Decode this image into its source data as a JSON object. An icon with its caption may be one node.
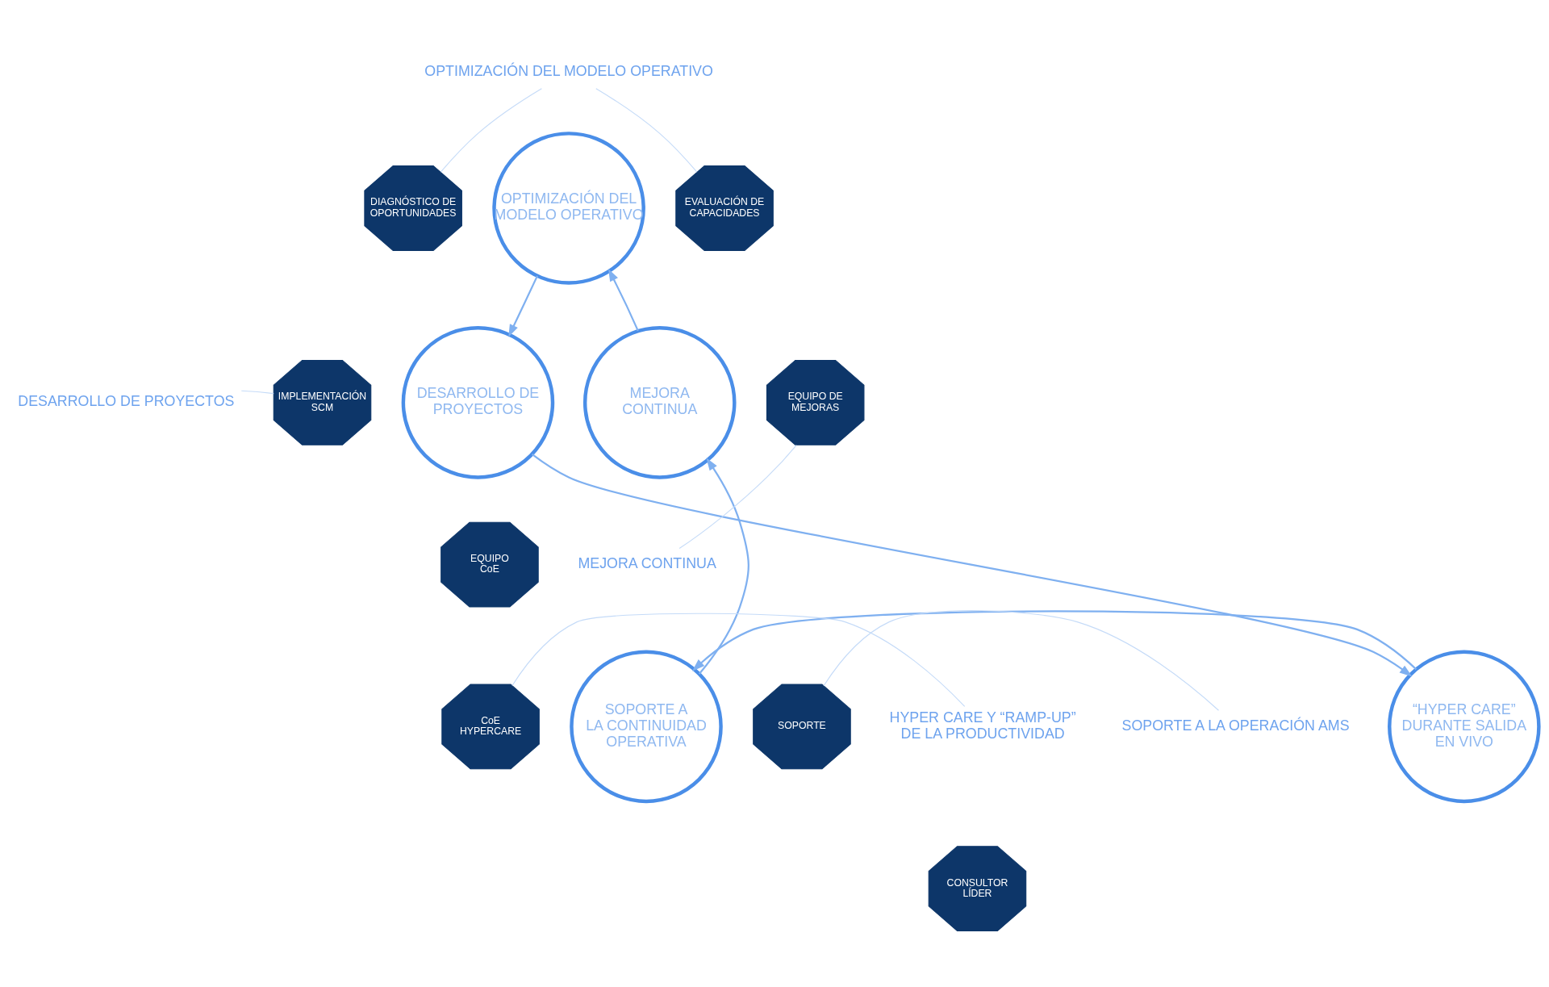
{
  "diagram": {
    "nodes": [
      {
        "text": [
          "OPTIMIZACIÓN DEL MODELO OPERATIVO"
        ]
      },
      {
        "text": [
          "DESARROLLO DE PROYECTOS"
        ]
      },
      {
        "text": [
          "“HYPER CARE” DURANTE SALIDA EN VIVO"
        ]
      },
      {
        "text": [
          "SOPORTE A LA CONTINUIDAD OPERATIVA"
        ]
      },
      {
        "text": [
          "MEJORA CONTINUA"
        ]
      },
      {
        "text": [
          "DIAGNÓSTICO DE OPORTUNIDADES"
        ]
      },
      {
        "text": [
          "EVALUACIÓN DE CAPACIDADES"
        ]
      },
      {
        "text": [
          "IMPLEMENTACIÓN SCM"
        ]
      },
      {
        "text": [
          "EQUIPO CoE"
        ]
      },
      {
        "text": [
          "CoE HYPERCARE"
        ]
      },
      {
        "text": [
          "CONSULTOR LÍDER"
        ]
      },
      {
        "text": [
          "SOPORTE"
        ]
      },
      {
        "text": [
          "EQUIPO DE MEJORAS"
        ]
      },
      {
        "text": [
          "OPTIMIZACIÓN DEL MODELO OPERATIVO"
        ]
      },
      {
        "text": [
          "DESARROLLO DE PROYECTOS"
        ]
      },
      {
        "text": [
          "HYPER CARE Y “RAMP-UP” DE LA PRODUCTIVIDAD"
        ]
      },
      {
        "text": [
          "SOPORTE A LA OPERACIÓN AMS"
        ]
      },
      {
        "text": [
          "MEJORA CONTINUA"
        ]
      }
    ],
    "edges": [
      {
        "from": 0,
        "to": 1,
        "arrow": "to"
      },
      {
        "from": 1,
        "to": 2,
        "arrow": "to"
      },
      {
        "from": 2,
        "to": 3,
        "arrow": "to"
      },
      {
        "from": 3,
        "to": 4,
        "arrow": "to"
      },
      {
        "from": 4,
        "to": 0,
        "arrow": "to"
      },
      {
        "from": 13,
        "to": 5,
        "arrow": "none"
      },
      {
        "from": 13,
        "to": 6,
        "arrow": "none"
      },
      {
        "from": 14,
        "to": 7,
        "arrow": "none"
      },
      {
        "from": 15,
        "to": 9,
        "arrow": "none"
      },
      {
        "from": 16,
        "to": 11,
        "arrow": "none"
      },
      {
        "from": 17,
        "to": 12,
        "arrow": "none"
      }
    ]
  }
}
